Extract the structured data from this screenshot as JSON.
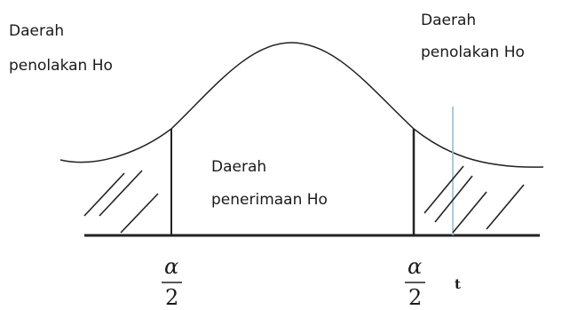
{
  "labels": {
    "left_region_line1": "Daerah",
    "left_region_line2": "penolakan Ho",
    "right_region_line1": "Daerah",
    "right_region_line2": "penolakan Ho",
    "center_region_line1": "Daerah",
    "center_region_line2": "penerimaan Ho"
  },
  "critical_values": {
    "left_numerator": "α",
    "left_denominator": "2",
    "right_numerator": "α",
    "right_denominator": "2",
    "test_statistic": "t"
  },
  "colors": {
    "stroke": "#222222",
    "test_statistic_line": "#8fb7d6"
  }
}
